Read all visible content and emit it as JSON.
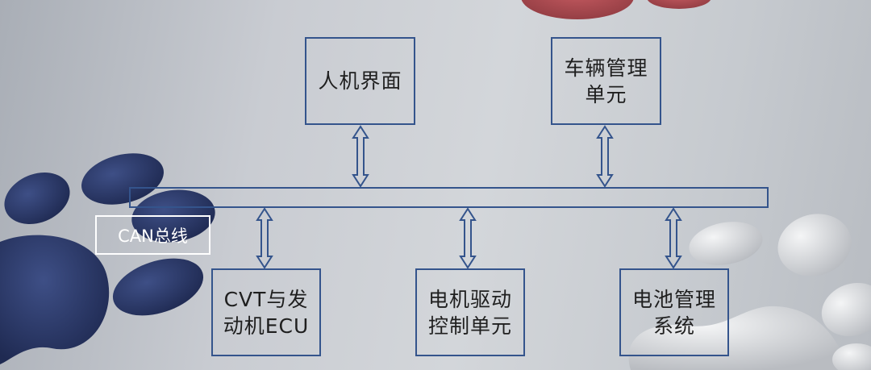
{
  "diagram": {
    "top_nodes": [
      {
        "lines": [
          "人机界面"
        ]
      },
      {
        "lines": [
          "车辆管理",
          "单元"
        ]
      }
    ],
    "bottom_nodes": [
      {
        "lines": [
          "CVT与发",
          "动机ECU"
        ]
      },
      {
        "lines": [
          "电机驱动",
          "控制单元"
        ]
      },
      {
        "lines": [
          "电池管理",
          "系统"
        ]
      }
    ],
    "bus_label": "CAN总线"
  },
  "colors": {
    "line": "#34548c",
    "text": "#1f1f1f",
    "label": "#ffffff"
  }
}
